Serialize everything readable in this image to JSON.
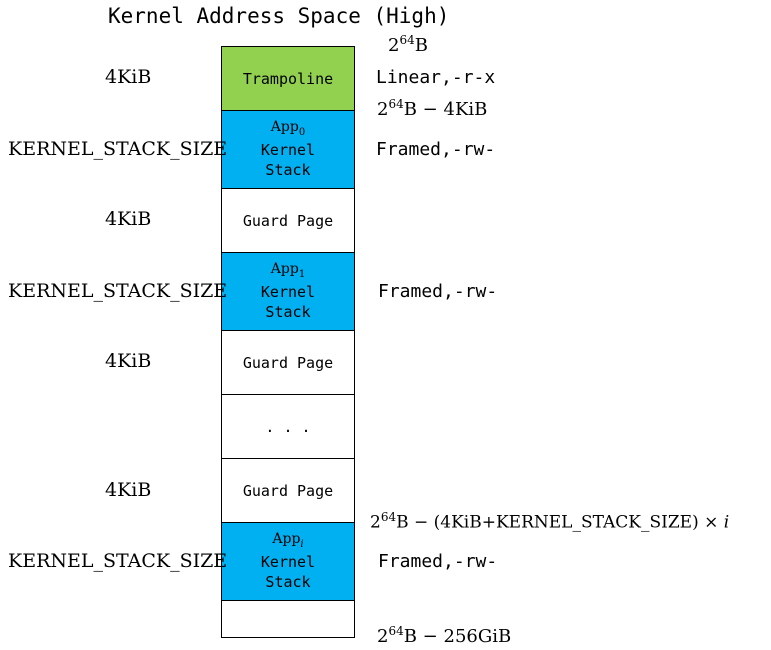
{
  "title": "Kernel Address Space (High)",
  "blocks": {
    "trampoline": {
      "label": "Trampoline",
      "size": "4KiB",
      "attr": "Linear,-r-x"
    },
    "app0_stack": {
      "app_base": "App",
      "app_sub": "0",
      "line1": "Kernel",
      "line2": "Stack",
      "size": "KERNEL_STACK_SIZE",
      "attr": "Framed,-rw-"
    },
    "guard1": {
      "label": "Guard Page",
      "size": "4KiB"
    },
    "app1_stack": {
      "app_base": "App",
      "app_sub": "1",
      "line1": "Kernel",
      "line2": "Stack",
      "size": "KERNEL_STACK_SIZE",
      "attr": "Framed,-rw-"
    },
    "guard2": {
      "label": "Guard Page",
      "size": "4KiB"
    },
    "ellipsis": {
      "label": ". . ."
    },
    "guard3": {
      "label": "Guard Page",
      "size": "4KiB"
    },
    "appi_stack": {
      "app_base": "App",
      "app_sub": "i",
      "line1": "Kernel",
      "line2": "Stack",
      "size": "KERNEL_STACK_SIZE",
      "attr": "Framed,-rw-"
    },
    "bottom": {
      "label": ""
    }
  },
  "addresses": {
    "top": {
      "base": "2",
      "exp": "64",
      "rest": "B"
    },
    "below_trampoline": {
      "base": "2",
      "exp": "64",
      "rest": "B − 4KiB"
    },
    "appi_top": {
      "base": "2",
      "exp": "64",
      "rest": "B − (4KiB+KERNEL_STACK_SIZE) × ",
      "var": "i"
    },
    "bottom": {
      "base": "2",
      "exp": "64",
      "rest": "B − 256GiB"
    }
  }
}
